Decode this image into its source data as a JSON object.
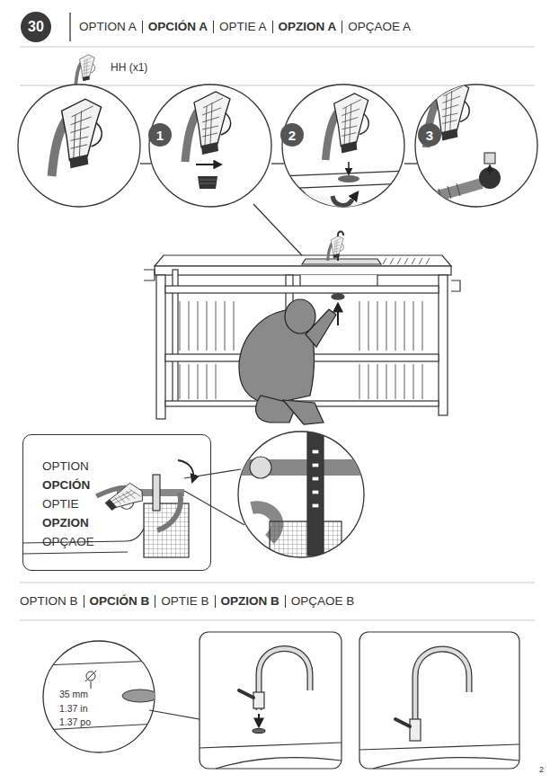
{
  "diagram": {
    "nodes": [
      {
        "text": [
          "OPTION",
          "OPCIÓN",
          "OPTIE",
          "OPZION",
          "OPÇAOE"
        ]
      }
    ],
    "labels": [
      "30",
      "OPTION A",
      "OPCIÓN A",
      "OPTIE A",
      "OPZION A",
      "OPÇAOE A",
      "HH (x1)",
      "1",
      "2",
      "3",
      "OPTION B",
      "OPCIÓN B",
      "OPTIE B",
      "OPZION B",
      "OPÇAOE B",
      "35 mm",
      "1.37 in",
      "1.37 po",
      "2"
    ]
  }
}
